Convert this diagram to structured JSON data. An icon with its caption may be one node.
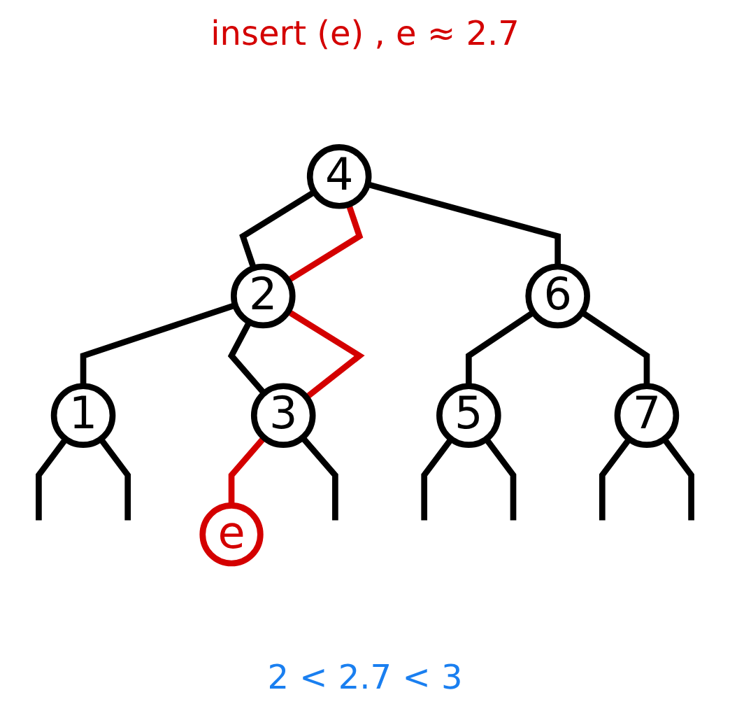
{
  "diagram": {
    "nodes": [
      {
        "text": [
          "4"
        ]
      },
      {
        "text": [
          "2"
        ]
      },
      {
        "text": [
          "6"
        ]
      },
      {
        "text": [
          "1"
        ]
      },
      {
        "text": [
          "3"
        ]
      },
      {
        "text": [
          "5"
        ]
      },
      {
        "text": [
          "7"
        ]
      },
      {
        "text": [
          "e"
        ]
      }
    ],
    "edges": [
      {
        "from": 0,
        "to": 1,
        "arrow": "none"
      },
      {
        "from": 0,
        "to": 1,
        "arrow": "none",
        "color": "#d40000"
      },
      {
        "from": 0,
        "to": 2,
        "arrow": "none"
      },
      {
        "from": 1,
        "to": 3,
        "arrow": "none"
      },
      {
        "from": 1,
        "to": 4,
        "arrow": "none"
      },
      {
        "from": 1,
        "to": 4,
        "arrow": "none",
        "color": "#d40000"
      },
      {
        "from": 2,
        "to": 5,
        "arrow": "none"
      },
      {
        "from": 2,
        "to": 6,
        "arrow": "none"
      },
      {
        "from": 3,
        "to": null,
        "arrow": "none"
      },
      {
        "from": 3,
        "to": null,
        "arrow": "none"
      },
      {
        "from": 4,
        "to": 7,
        "arrow": "none",
        "color": "#d40000"
      },
      {
        "from": 4,
        "to": null,
        "arrow": "none"
      },
      {
        "from": 5,
        "to": null,
        "arrow": "none"
      },
      {
        "from": 5,
        "to": null,
        "arrow": "none"
      },
      {
        "from": 6,
        "to": null,
        "arrow": "none"
      },
      {
        "from": 6,
        "to": null,
        "arrow": "none"
      }
    ],
    "labels": [
      "insert (e) , e ≈ 2.7",
      "2 < 2.7 < 3"
    ]
  }
}
